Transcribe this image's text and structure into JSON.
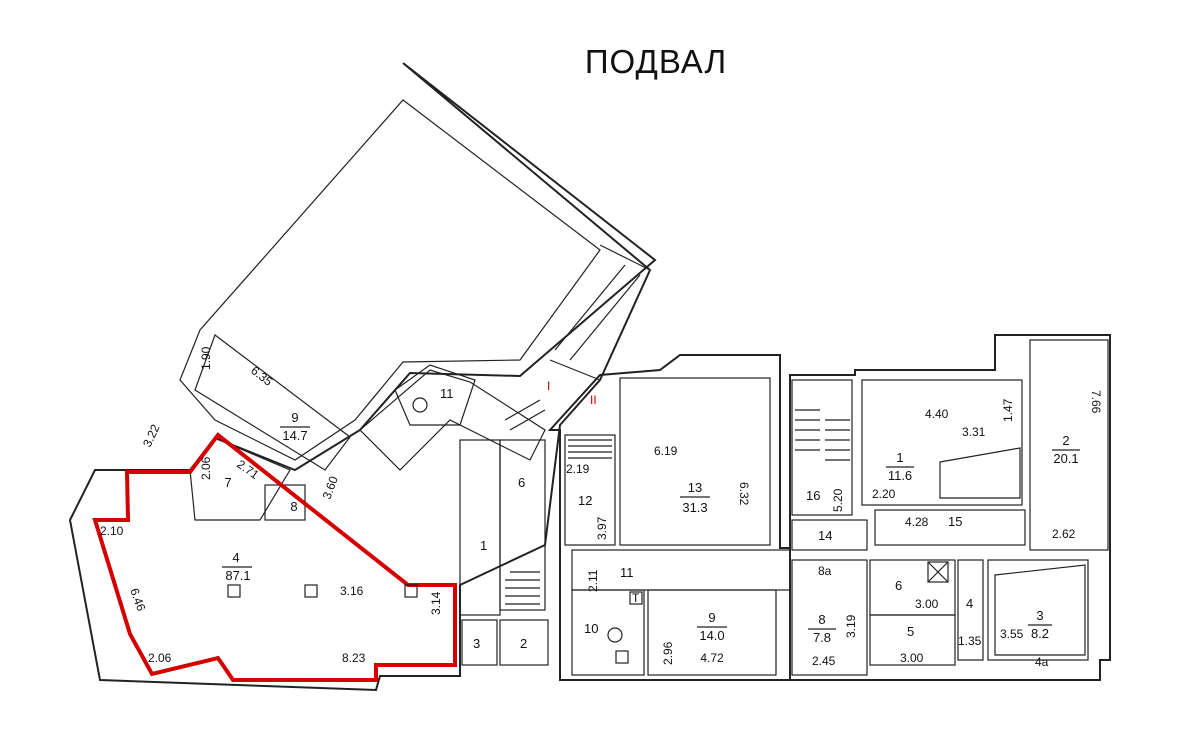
{
  "title": "ПОДВАЛ",
  "rooms": [
    {
      "id": "r9a",
      "num": "9",
      "area": "14.7",
      "dims": [
        "1.90",
        "6.35"
      ]
    },
    {
      "id": "r7a",
      "num": "7",
      "dims": [
        "2.06",
        "2.71"
      ]
    },
    {
      "id": "r8a",
      "num": "8"
    },
    {
      "id": "r4a",
      "num": "4",
      "area": "87.1",
      "dims": [
        "2.10",
        "6.46",
        "3.16",
        "3.14",
        "8.23",
        "2.06",
        "3.22",
        "3.60"
      ]
    },
    {
      "id": "r11a",
      "num": "11"
    },
    {
      "id": "r6a",
      "num": "6"
    },
    {
      "id": "r1a",
      "num": "1"
    },
    {
      "id": "r3a",
      "num": "3"
    },
    {
      "id": "r2a",
      "num": "2"
    },
    {
      "id": "r12",
      "num": "12",
      "dims": [
        "2.19",
        "3.97"
      ]
    },
    {
      "id": "r13",
      "num": "13",
      "area": "31.3",
      "dims": [
        "6.19",
        "6.32"
      ]
    },
    {
      "id": "r11b",
      "num": "11",
      "dims": [
        "2.11"
      ]
    },
    {
      "id": "r10",
      "num": "10"
    },
    {
      "id": "r9b",
      "num": "9",
      "area": "14.0",
      "dims": [
        "2.96",
        "4.72"
      ]
    },
    {
      "id": "r16",
      "num": "16",
      "dims": [
        "5.20"
      ]
    },
    {
      "id": "r14",
      "num": "14"
    },
    {
      "id": "r8b",
      "num": "8",
      "area": "7.8",
      "dims": [
        "8а",
        "3.19",
        "2.45"
      ]
    },
    {
      "id": "r1b",
      "num": "1",
      "area": "11.6",
      "dims": [
        "4.40",
        "3.31",
        "1.47",
        "2.20"
      ]
    },
    {
      "id": "r15",
      "num": "15",
      "dims": [
        "4.28"
      ]
    },
    {
      "id": "r2b",
      "num": "2",
      "area": "20.1",
      "dims": [
        "7.66",
        "2.62"
      ]
    },
    {
      "id": "r6b",
      "num": "6",
      "dims": [
        "3.00"
      ]
    },
    {
      "id": "r5",
      "num": "5",
      "dims": [
        "3.00"
      ]
    },
    {
      "id": "r4b",
      "num": "4",
      "dims": [
        "1.35",
        "4а"
      ]
    },
    {
      "id": "r3b",
      "num": "3",
      "area": "8.2",
      "dims": [
        "3.55"
      ]
    }
  ],
  "stair_marks": [
    "I",
    "II"
  ],
  "fixture_letter": "T",
  "colors": {
    "highlight": "#d40000",
    "wall": "#222222",
    "stair_mark": "#c00000"
  }
}
